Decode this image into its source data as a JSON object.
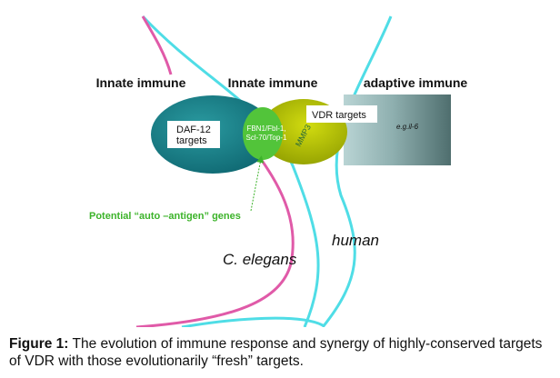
{
  "colors": {
    "cyan_line": "#4fdde6",
    "pink_line": "#e05aa8",
    "teal_ellipse": "#1a7f86",
    "olive_ellipse": "#b5c400",
    "green_ellipse": "#52c43a",
    "gray_box": "#8fb0b0",
    "green_text": "#3cb32a"
  },
  "labels": {
    "innate_left": "Innate immune",
    "innate_mid": "Innate immune",
    "adaptive": "adaptive immune",
    "daf12_line1": "DAF-12",
    "daf12_line2": "targets",
    "vdr_targets": "VDR targets",
    "eg_il6": "e.g.il-6",
    "fbn_line1": "FBN1/Fbl-1,",
    "fbn_line2": "Scl-70/Top-1",
    "mmp3": "MMP3",
    "auto_antigen": "Potential “auto –antigen” genes",
    "human": "human",
    "c_elegans": "C. elegans"
  },
  "caption": {
    "bold": "Figure 1:",
    "text": " The evolution of immune response and synergy of highly-conserved targets of VDR with those evolutionarily “fresh” targets."
  }
}
